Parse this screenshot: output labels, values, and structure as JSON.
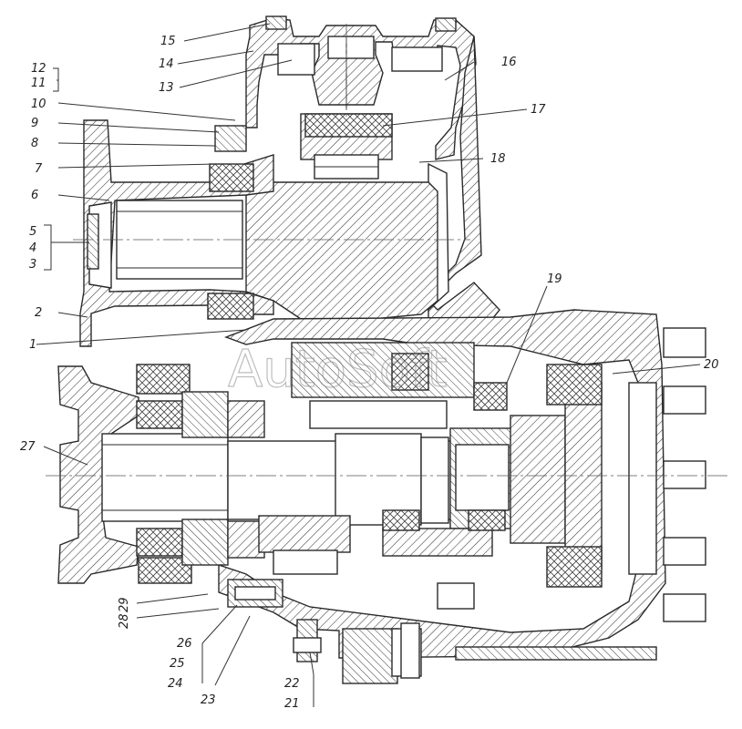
{
  "watermark": "AutoSoft",
  "callouts": {
    "c1": "1",
    "c2": "2",
    "c3": "3",
    "c4": "4",
    "c5": "5",
    "c6": "6",
    "c7": "7",
    "c8": "8",
    "c9": "9",
    "c10": "10",
    "c11": "11",
    "c12": "12",
    "c13": "13",
    "c14": "14",
    "c15": "15",
    "c16": "16",
    "c17": "17",
    "c18": "18",
    "c19": "19",
    "c20": "20",
    "c21": "21",
    "c22": "22",
    "c23": "23",
    "c24": "24",
    "c25": "25",
    "c26": "26",
    "c27": "27",
    "c28": "28",
    "c29": "29"
  },
  "colors": {
    "ink": "#2a2a2a",
    "hatch": "#3a3a3a",
    "paper": "#ffffff"
  }
}
